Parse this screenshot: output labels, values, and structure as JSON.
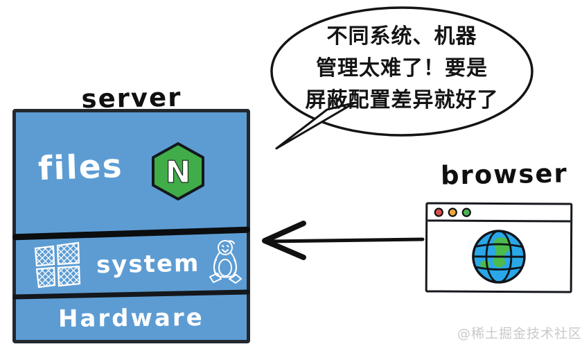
{
  "speech_bubble": {
    "lines": [
      "不同系统、机器",
      "管理太难了！要是",
      "屏蔽配置差异就好了"
    ]
  },
  "server": {
    "title": "server",
    "files_label": "files",
    "system_label": "system",
    "hardware_label": "Hardware",
    "nginx_letter": "N"
  },
  "browser": {
    "title": "browser"
  },
  "watermark": "@稀土掘金技术社区",
  "colors": {
    "layer_blue": "#5d9cd3",
    "outline_black": "#15181c",
    "nginx_green": "#41ad49",
    "globe_blue": "#2aa7e8",
    "globe_green": "#4cbb4c",
    "dot_red": "#d94f4f",
    "dot_yellow": "#eda53c",
    "dot_green": "#4db353",
    "watermark_gray": "#c9c9c9"
  }
}
